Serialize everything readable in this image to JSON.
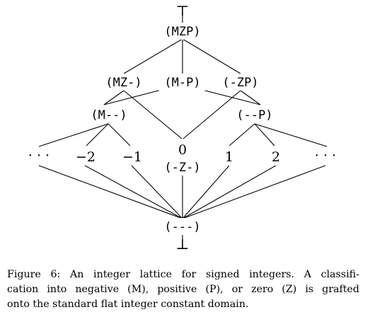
{
  "figure": {
    "nodes": {
      "top": "⊤",
      "mzp": "(MZP)",
      "mz": "(MZ-)",
      "mp": "(M-P)",
      "zp": "(-ZP)",
      "m": "(M--)",
      "p": "(--P)",
      "neg_dots": "· · ·",
      "neg2": "−2",
      "neg1": "−1",
      "zero_value": "0",
      "zero_class": "(-Z-)",
      "pos1": "1",
      "pos2": "2",
      "pos_dots": "· · ·",
      "none": "(---)",
      "bottom": "⊥"
    },
    "edges": [
      [
        "top",
        "mzp"
      ],
      [
        "mzp",
        "mz"
      ],
      [
        "mzp",
        "mp"
      ],
      [
        "mzp",
        "zp"
      ],
      [
        "mz",
        "m"
      ],
      [
        "mz",
        "zero"
      ],
      [
        "mp",
        "m"
      ],
      [
        "mp",
        "p"
      ],
      [
        "zp",
        "zero"
      ],
      [
        "zp",
        "p"
      ],
      [
        "m",
        "neg_dots"
      ],
      [
        "m",
        "neg2"
      ],
      [
        "m",
        "neg1"
      ],
      [
        "p",
        "pos1"
      ],
      [
        "p",
        "pos2"
      ],
      [
        "p",
        "pos_dots"
      ],
      [
        "neg_dots",
        "none"
      ],
      [
        "neg2",
        "none"
      ],
      [
        "neg1",
        "none"
      ],
      [
        "zero",
        "none"
      ],
      [
        "pos1",
        "none"
      ],
      [
        "pos2",
        "none"
      ],
      [
        "pos_dots",
        "none"
      ],
      [
        "none",
        "bottom"
      ]
    ]
  },
  "caption": {
    "line1": "Figure 6:  An integer lattice for signed integers.  A classifi-",
    "line2": "cation into negative (M), positive (P), or zero (Z) is grafted",
    "line3": "onto the standard flat integer constant domain."
  }
}
